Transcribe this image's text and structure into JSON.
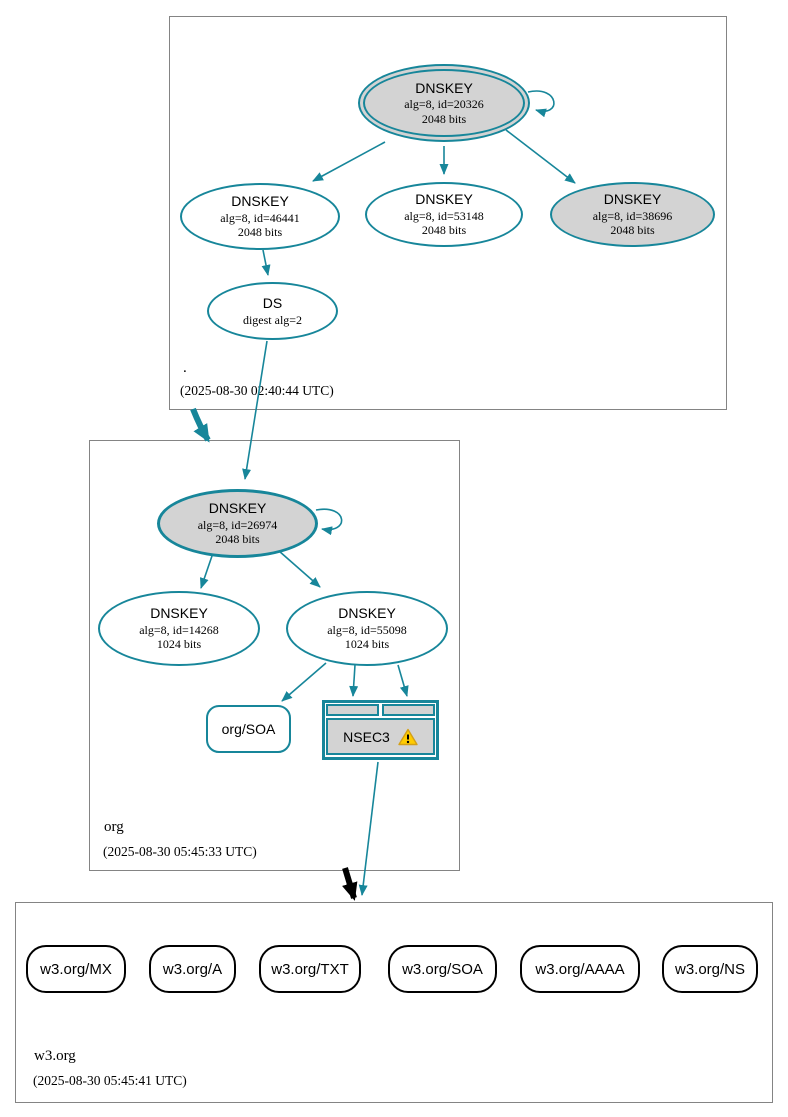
{
  "colors": {
    "edge_secure": "#17869a",
    "ksk_fill": "#d3d3d3",
    "node_fill": "#ffffff",
    "box_border": "#848484",
    "warning_fill": "#ffcc00",
    "warning_border": "#d4a017"
  },
  "zones": [
    {
      "name": ".",
      "timestamp": "(2025-08-30 02:40:44 UTC)",
      "nodes": {
        "ksk": {
          "label": "DNSKEY",
          "line2": "alg=8, id=20326",
          "line3": "2048 bits"
        },
        "zsk1": {
          "label": "DNSKEY",
          "line2": "alg=8, id=46441",
          "line3": "2048 bits"
        },
        "zsk2": {
          "label": "DNSKEY",
          "line2": "alg=8, id=53148",
          "line3": "2048 bits"
        },
        "zsk3": {
          "label": "DNSKEY",
          "line2": "alg=8, id=38696",
          "line3": "2048 bits"
        },
        "ds": {
          "label": "DS",
          "line2": "digest alg=2"
        }
      }
    },
    {
      "name": "org",
      "timestamp": "(2025-08-30 05:45:33 UTC)",
      "nodes": {
        "ksk": {
          "label": "DNSKEY",
          "line2": "alg=8, id=26974",
          "line3": "2048 bits"
        },
        "zsk1": {
          "label": "DNSKEY",
          "line2": "alg=8, id=14268",
          "line3": "1024 bits"
        },
        "zsk2": {
          "label": "DNSKEY",
          "line2": "alg=8, id=55098",
          "line3": "1024 bits"
        },
        "soa": {
          "label": "org/SOA"
        },
        "nsec3": {
          "label": "NSEC3"
        }
      }
    },
    {
      "name": "w3.org",
      "timestamp": "(2025-08-30 05:45:41 UTC)",
      "rrsets": [
        {
          "label": "w3.org/MX"
        },
        {
          "label": "w3.org/A"
        },
        {
          "label": "w3.org/TXT"
        },
        {
          "label": "w3.org/SOA"
        },
        {
          "label": "w3.org/AAAA"
        },
        {
          "label": "w3.org/NS"
        }
      ]
    }
  ]
}
